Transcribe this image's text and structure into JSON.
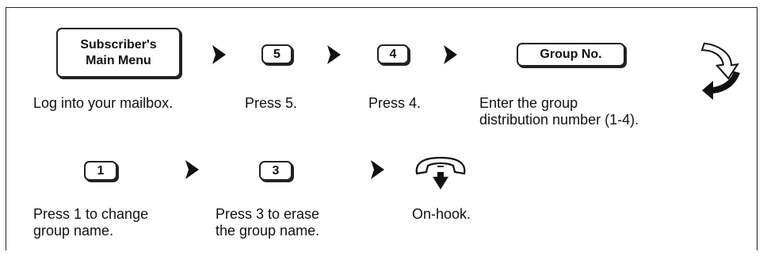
{
  "row1": {
    "step1": {
      "key_line1": "Subscriber's",
      "key_line2": "Main Menu",
      "caption": "Log into your mailbox."
    },
    "step2": {
      "key": "5",
      "caption": "Press 5."
    },
    "step3": {
      "key": "4",
      "caption": "Press 4."
    },
    "step4": {
      "key": "Group No.",
      "caption_line1": "Enter the group",
      "caption_line2": "distribution number (1-4)."
    }
  },
  "row2": {
    "step1": {
      "key": "1",
      "caption_line1": "Press 1 to change",
      "caption_line2": "group name."
    },
    "step2": {
      "key": "3",
      "caption_line1": "Press 3 to erase",
      "caption_line2": "the group name."
    },
    "step3": {
      "icon": "on-hook-handset-icon",
      "caption": "On-hook."
    }
  },
  "icons": {
    "step_arrow": "right-arrow-icon",
    "continue": "curved-continue-arrow-icon"
  }
}
